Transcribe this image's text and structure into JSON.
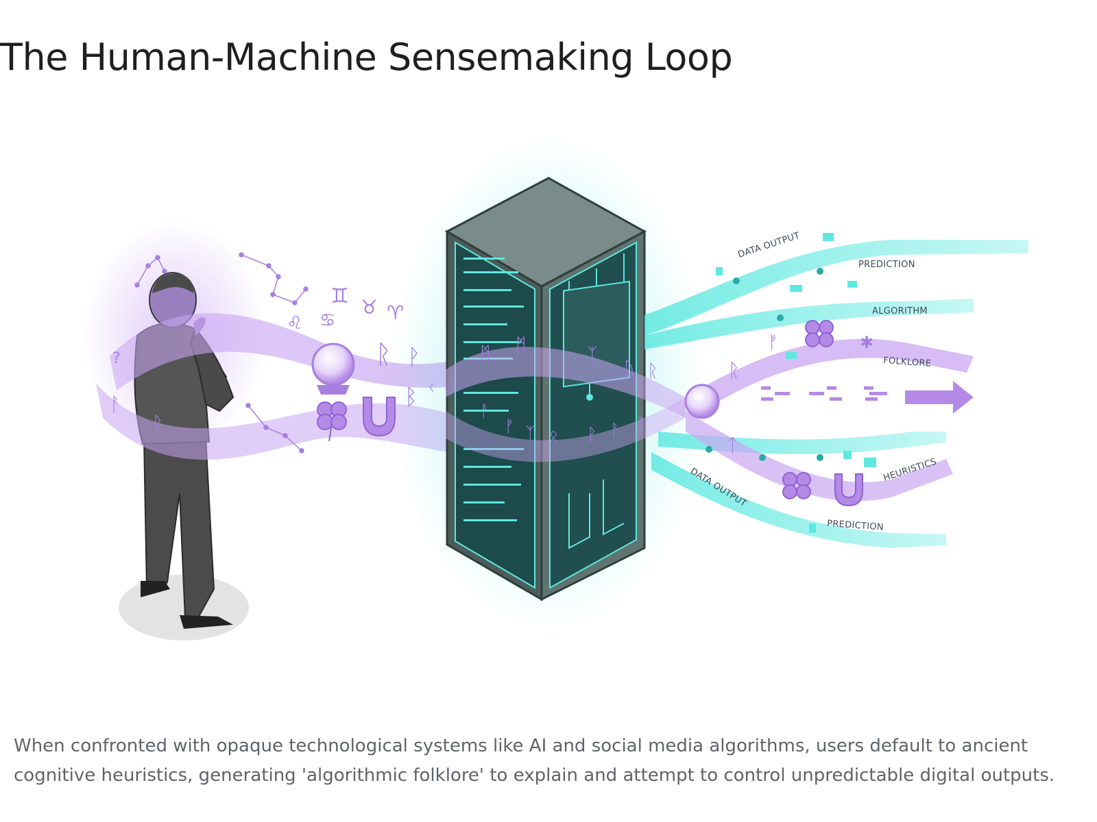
{
  "title": "The Human-Machine Sensemaking Loop",
  "caption": "When confronted with opaque technological systems like AI and social media algorithms, users default to ancient cognitive heuristics, generating 'algorithmic folklore' to explain and attempt to control unpredictable digital outputs.",
  "diagram": {
    "labels": {
      "data_output_top": "DATA OUTPUT",
      "prediction_top": "PREDICTION",
      "algorithm": "ALGORITHM",
      "folklore": "FOLKLORE",
      "heuristics": "HEURISTICS",
      "data_output_bottom": "DATA OUTPUT",
      "prediction_bottom": "PREDICTION"
    },
    "colors": {
      "folklore_stream": "#c9a6f2",
      "data_stream": "#5ee8e0",
      "server_body": "#5f7370",
      "human": "#4a4a4a"
    }
  }
}
